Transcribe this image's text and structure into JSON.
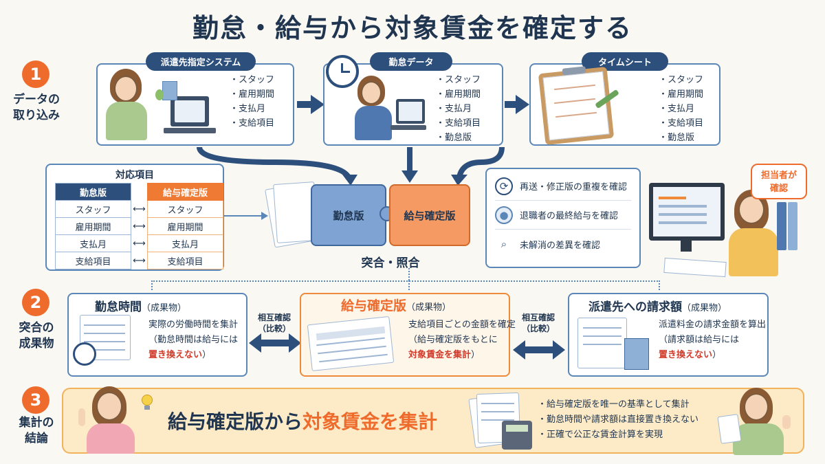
{
  "title": "勤怠・給与から対象賃金を確定する",
  "colors": {
    "navy": "#1f3550",
    "accent_orange": "#ee6b2c",
    "blue_border": "#5a86b8",
    "red_text": "#d23b2a"
  },
  "steps": [
    {
      "num": "1",
      "label_line1": "データの",
      "label_line2": "取り込み"
    },
    {
      "num": "2",
      "label_line1": "突合の",
      "label_line2": "成果物"
    },
    {
      "num": "3",
      "label_line1": "集計の",
      "label_line2": "結論"
    }
  ],
  "sources": [
    {
      "pill": "派遣先指定システム",
      "items": [
        "スタッフ",
        "雇用期間",
        "支払月",
        "支給項目"
      ]
    },
    {
      "pill": "勤怠データ",
      "items": [
        "スタッフ",
        "雇用期間",
        "支払月",
        "支給項目",
        "勤怠版"
      ]
    },
    {
      "pill": "タイムシート",
      "items": [
        "スタッフ",
        "雇用期間",
        "支払月",
        "支給項目",
        "勤怠版"
      ]
    }
  ],
  "correspondence": {
    "title": "対応項目",
    "left_header": "勤怠版",
    "right_header": "給与確定版",
    "rows": [
      {
        "left": "スタッフ",
        "right": "スタッフ"
      },
      {
        "left": "雇用期間",
        "right": "雇用期間"
      },
      {
        "left": "支払月",
        "right": "支払月"
      },
      {
        "left": "支給項目",
        "right": "支給項目"
      }
    ],
    "arrow_glyph": "⟷"
  },
  "merge": {
    "left_piece": "勤怠版",
    "right_piece": "給与確定版",
    "caption": "突合・照合"
  },
  "checks": [
    {
      "icon": "refresh-icon",
      "text": "再送・修正版の重複を確認"
    },
    {
      "icon": "retiree-icon",
      "text": "退職者の最終給与を確認"
    },
    {
      "icon": "magnifier-icon",
      "text": "未解消の差異を確認"
    }
  ],
  "staff_bubble": {
    "line1": "担当者が",
    "line2": "確認"
  },
  "results": [
    {
      "title": "勤怠時間",
      "suffix": "（成果物）",
      "line1": "実際の労働時間を集計",
      "line2": "（勤怠時間は給与には",
      "line3_red": "置き換えない",
      "line3_tail": "）"
    },
    {
      "title": "給与確定版",
      "suffix": "（成果物）",
      "line1": "支給項目ごとの金額を確定",
      "line2": "（給与確定版をもとに",
      "line3_red": "対象賃金を集計",
      "line3_tail": "）"
    },
    {
      "title": "派遣先への請求額",
      "suffix": "（成果物）",
      "line1": "派遣料金の請求金額を算出",
      "line2": "（請求額は給与には",
      "line3_red": "置き換えない",
      "line3_tail": "）"
    }
  ],
  "mutual": {
    "line1": "相互確認",
    "line2": "（比較）"
  },
  "conclusion": {
    "headline_plain": "給与確定版から",
    "headline_accent": "対象賃金を集計",
    "bullets": [
      "給与確定版を唯一の基準として集計",
      "勤怠時間や請求額は直接置き換えない",
      "正確で公正な賃金計算を実現"
    ]
  }
}
